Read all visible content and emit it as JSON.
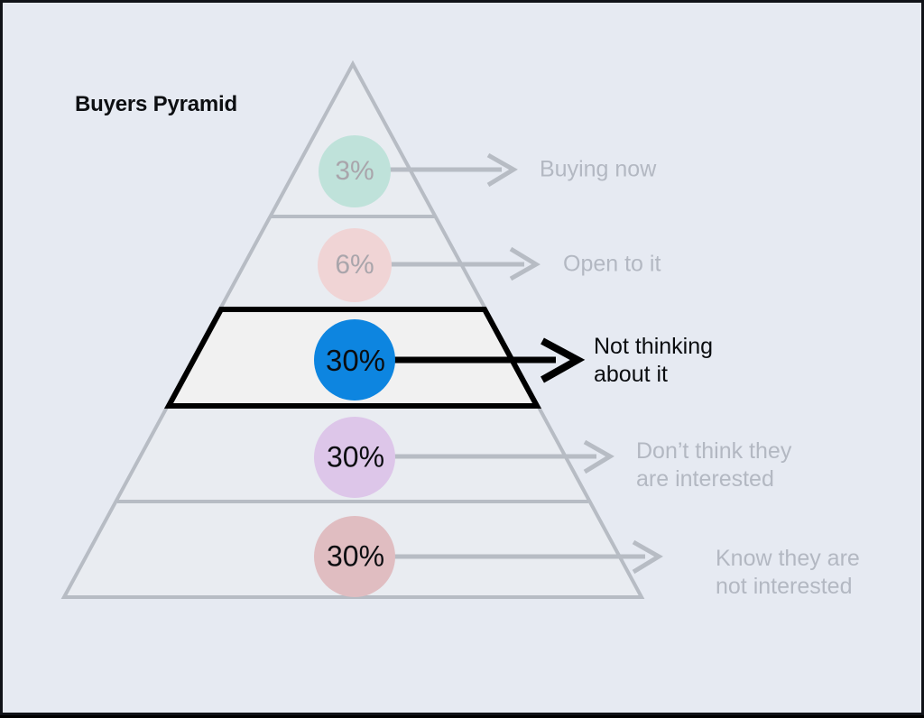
{
  "canvas": {
    "background_color": "#e6eaf2",
    "border_color": "#111318"
  },
  "title": {
    "main": "Buyers Pyramid",
    "text_color": "#0d0f12"
  },
  "chart_data": {
    "type": "pyramid",
    "title": "Buyers Pyramid",
    "highlighted_index": 2,
    "categories": [
      "Buying now",
      "Open to it",
      "Not thinking about it",
      "Don’t think they are interested",
      "Know they are not interested"
    ],
    "values": [
      3,
      6,
      30,
      30,
      30
    ],
    "value_labels": [
      "3%",
      "6%",
      "30%",
      "30%",
      "30%"
    ],
    "bubble_colors": [
      "#bfe2da",
      "#f0d4d5",
      "#0d85e0",
      "#ddc6e9",
      "#e0bdc1"
    ],
    "levels": [
      {
        "value_label": "3%",
        "label": "Buying now",
        "bubble_color": "#bfe2da",
        "value_text_color": "#a9a5ab",
        "label_color": "#b3b8c2",
        "highlighted": false
      },
      {
        "value_label": "6%",
        "label": "Open to it",
        "bubble_color": "#f0d4d5",
        "value_text_color": "#a9a5ab",
        "label_color": "#b3b8c2",
        "highlighted": false
      },
      {
        "value_label": "30%",
        "label": "Not thinking\nabout it",
        "bubble_color": "#0d85e0",
        "value_text_color": "#0b0d10",
        "label_color": "#0b0d10",
        "highlighted": true
      },
      {
        "value_label": "30%",
        "label": "Don’t think they\nare interested",
        "bubble_color": "#ddc6e9",
        "value_text_color": "#0b0d10",
        "label_color": "#b3b8c2",
        "highlighted": false
      },
      {
        "value_label": "30%",
        "label": "Know they are\nnot interested",
        "bubble_color": "#e0bdc1",
        "value_text_color": "#0b0d10",
        "label_color": "#b3b8c2",
        "highlighted": false
      }
    ],
    "outline_color": "#b7bcc4",
    "highlight_color": "#000000",
    "grid": false,
    "legend": "none"
  }
}
